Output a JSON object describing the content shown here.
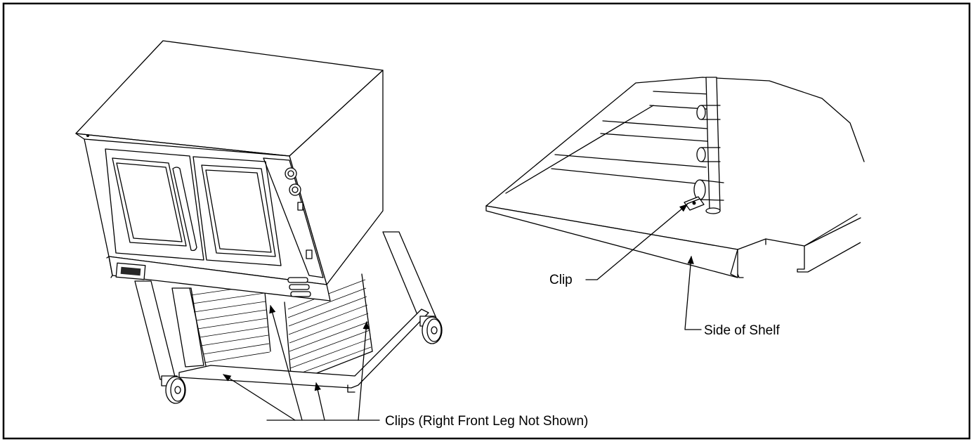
{
  "labels": {
    "clips": "Clips (Right Front Leg Not Shown)",
    "clip": "Clip",
    "side_of_shelf": "Side of Shelf"
  }
}
